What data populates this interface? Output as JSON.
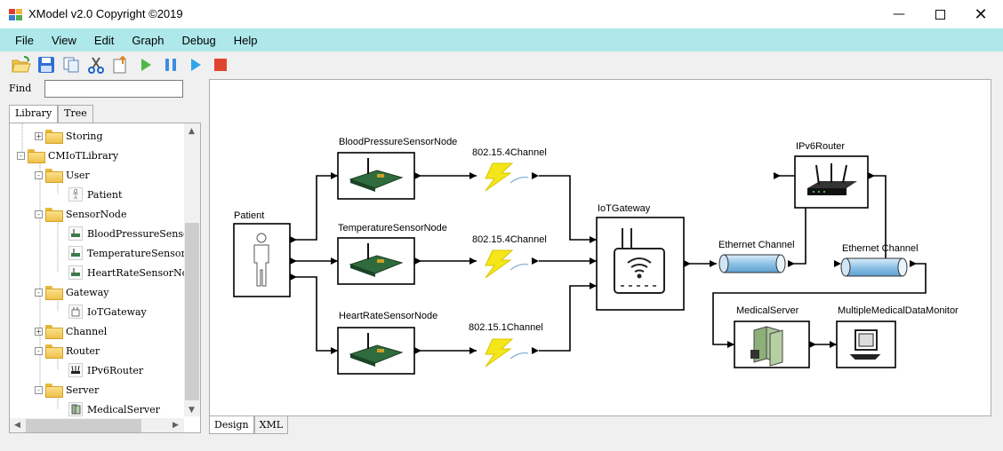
{
  "window": {
    "title": "XModel v2.0  Copyright ©2019"
  },
  "menu": [
    "File",
    "View",
    "Edit",
    "Graph",
    "Debug",
    "Help"
  ],
  "toolbar": [
    "open-icon",
    "save-icon",
    "copy-icon",
    "cut-icon",
    "paste-icon",
    "run-icon",
    "pause-icon",
    "step-icon",
    "stop-icon"
  ],
  "find": {
    "label": "Find",
    "value": ""
  },
  "left_tabs": {
    "library": "Library",
    "tree": "Tree"
  },
  "tree": [
    {
      "label": "Storing"
    },
    {
      "label": "CMIoTLibrary"
    },
    {
      "label": "User"
    },
    {
      "label": "Patient"
    },
    {
      "label": "SensorNode"
    },
    {
      "label": "BloodPressureSensorNode"
    },
    {
      "label": "TemperatureSensorNode"
    },
    {
      "label": "HeartRateSensorNode"
    },
    {
      "label": "Gateway"
    },
    {
      "label": "IoTGateway"
    },
    {
      "label": "Channel"
    },
    {
      "label": "Router"
    },
    {
      "label": "IPv6Router"
    },
    {
      "label": "Server"
    },
    {
      "label": "MedicalServer"
    }
  ],
  "diagram": {
    "patient": "Patient",
    "bp_node": "BloodPressureSensorNode",
    "temp_node": "TemperatureSensorNode",
    "hr_node": "HeartRateSensorNode",
    "ch1": "802.15.4Channel",
    "ch2": "802.15.4Channel",
    "ch3": "802.15.1Channel",
    "gateway": "IoTGateway",
    "eth1": "Ethernet Channel",
    "router": "IPv6Router",
    "eth2": "Ethernet Channel",
    "server": "MedicalServer",
    "monitor": "MultipleMedicalDataMonitor"
  },
  "bottom_tabs": {
    "design": "Design",
    "xml": "XML"
  },
  "colors": {
    "menubar": "#aee8ea",
    "lightning": "#f5e61a",
    "cylinder": "#9ecbe8"
  }
}
